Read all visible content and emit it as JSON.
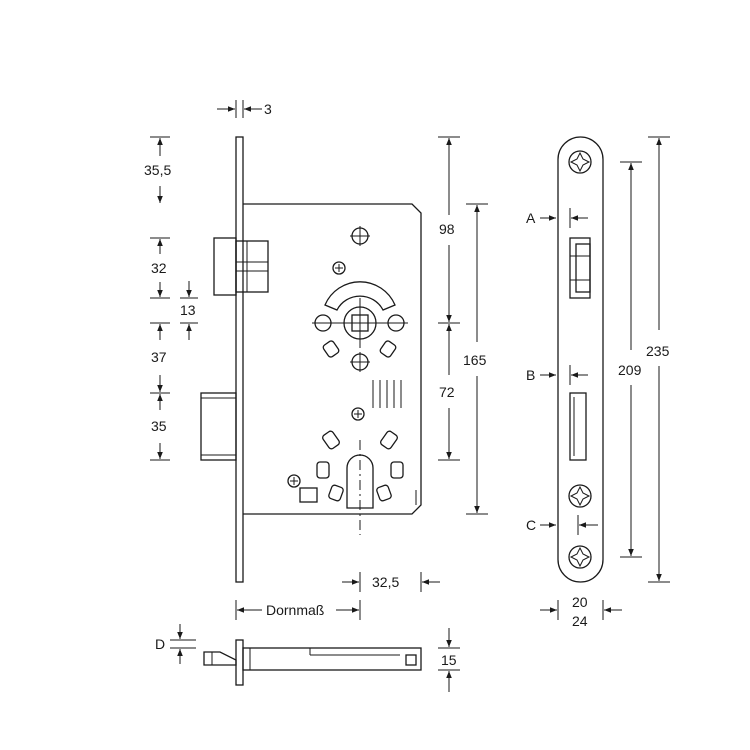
{
  "diagram": {
    "front_view": {
      "faceplate_thickness": "3",
      "vertical_dims": [
        "35,5",
        "32",
        "13",
        "37",
        "35"
      ],
      "height_98": "98",
      "height_72": "72",
      "height_165": "165",
      "backset_label": "Dornmaß",
      "offset_32_5": "32,5"
    },
    "strike_plate_view": {
      "callout_a": "A",
      "callout_b": "B",
      "callout_c": "C",
      "height_209": "209",
      "height_235": "235",
      "width_20": "20",
      "width_24": "24"
    },
    "bottom_view": {
      "callout_d": "D",
      "depth_15": "15"
    }
  }
}
